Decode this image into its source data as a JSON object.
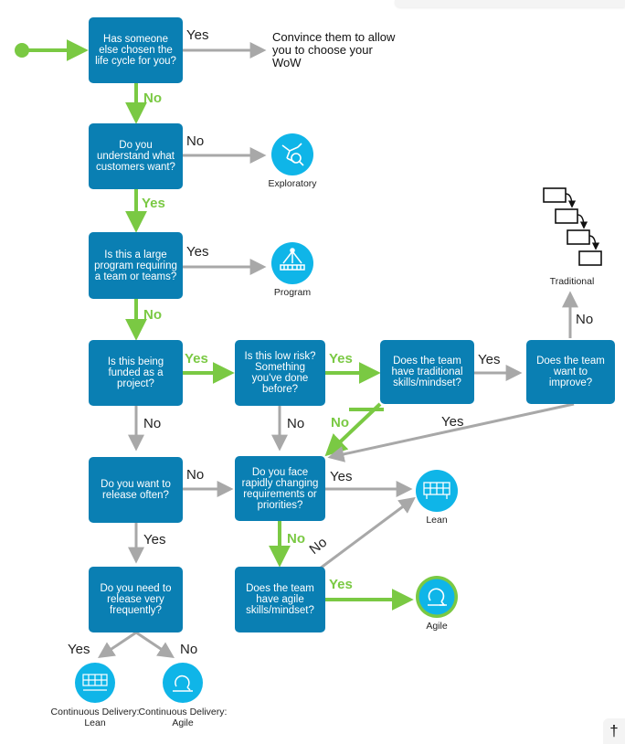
{
  "colors": {
    "box": "#0a7fb3",
    "icon": "#0fb5e8",
    "green": "#7ac943",
    "gray": "#a8a8a8"
  },
  "boxes": {
    "q1": "Has someone else chosen the life cycle for you?",
    "q2": "Do you understand what customers want?",
    "q3": "Is this a large program requiring a team or teams?",
    "q4": "Is this being funded as a project?",
    "q5": "Is this low risk? Something you've done before?",
    "q6": "Does the team have traditional skills/mindset?",
    "q7": "Does the team want to improve?",
    "q8": "Do you want to release often?",
    "q9": "Do you face rapidly changing requirements or priorities?",
    "q10": "Do you need to release very frequently?",
    "q11": "Does the team have agile skills/mindset?"
  },
  "answers": {
    "yes": "Yes",
    "no": "No"
  },
  "outcome_note": "Convince them to allow you to choose your WoW",
  "outcomes": {
    "exploratory": {
      "label": "Exploratory",
      "icon": "exploratory-icon"
    },
    "program": {
      "label": "Program",
      "icon": "program-icon"
    },
    "traditional": {
      "label": "Traditional",
      "icon": "traditional-icon"
    },
    "lean": {
      "label": "Lean",
      "icon": "lean-icon"
    },
    "agile": {
      "label": "Agile",
      "icon": "agile-icon"
    },
    "cd_lean": {
      "label": "Continuous Delivery: Lean",
      "icon": "continuous-delivery-lean-icon"
    },
    "cd_agile": {
      "label": "Continuous Delivery: Agile",
      "icon": "continuous-delivery-agile-icon"
    }
  },
  "corner_glyph": "†"
}
